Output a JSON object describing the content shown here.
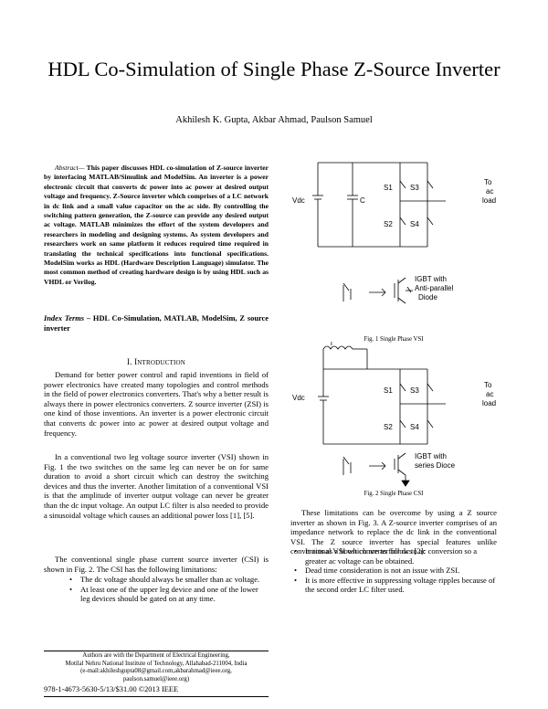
{
  "title": "HDL Co-Simulation of Single Phase Z-Source Inverter",
  "authors": "Akhilesh K. Gupta, Akbar Ahmad, Paulson Samuel",
  "abstract": {
    "lead": "Abstract—",
    "body": "This paper discusses HDL co-simulation of Z-source inverter by interfacing MATLAB/Simulink and ModelSim. An inverter is a power electronic circuit that converts dc power into ac power at desired output voltage and frequency. Z-Source inverter which comprises of a LC network in dc link and a small value capacitor on the ac side. By controlling the switching pattern generation, the Z-source can provide any desired output ac voltage. MATLAB minimizes the effort of the system developers and researchers in modeling and designing systems. As system developers and researchers work on same platform it reduces required time required in translating the technical specifications into functional specifications. ModelSim works as HDL (Hardware Description Language) simulator. The most common method of creating hardware design is by using HDL such as VHDL or Verilog."
  },
  "index_terms": {
    "lead": "Index Terms",
    "body": " – HDL Co-Simulation, MATLAB, ModelSim, Z source inverter"
  },
  "section1": {
    "number": "I.",
    "initial": "I",
    "rest": "NTRODUCTION"
  },
  "paragraphs": [
    "Demand for better power control and rapid inventions in field of power electronics have created many topologies and control methods in the field of power electronics converters. That's why a better result is always there in power electronics converters. Z source inverter (ZSI) is one kind of those inventions. An inverter is a power electronic circuit that converts dc power into ac power at desired output voltage and frequency.",
    "In a conventional two leg voltage source inverter (VSI) shown in Fig. 1 the two switches on the same leg can never be on for same duration to avoid a short circuit which can destroy the switching devices and  thus the inverter. Another limitation of a conventional VSI is that the amplitude of inverter output voltage can never be greater than the dc input voltage. An output LC filter is also needed to provide a sinusoidal voltage which causes an additional power loss [1], [5].",
    "The conventional single phase current source inverter (CSI) is shown in Fig. 2. The CSI has the following limitations:",
    "These limitations can be overcome by using a Z source inverter as shown in Fig. 3. A Z-source inverter comprises of an impedance network to replace the dc link in the conventional VSI. The Z source inverter has special features unlike conventional VSI which are as follows [2]:"
  ],
  "csi_limitations": [
    "The dc voltage should always be smaller than ac voltage.",
    "At least one of the upper leg device and one of the lower leg devices should be gated on at any time."
  ],
  "zsi_features": [
    "It acts as a boost converter for dc to ac conversion so a greater ac voltage can be obtained.",
    "Dead time consideration is not an issue with ZSI.",
    "It is more effective in suppressing voltage ripples because of the second order LC filter used."
  ],
  "footnote": {
    "line1": "Authors are with the Department of Electrical Engineering,",
    "line2": "Motilal Nehru National Institute of Technology, Allahabad-211004, India",
    "line3": "(e-mail:akhileshgupta08@gmail.com,akbarahmad@ieee.org,",
    "line4": "paulson.samuel@ieee.org)"
  },
  "copyright": "978-1-4673-5630-5/13/$31.00 ©2013 IEEE",
  "figure1": {
    "caption": "Fig. 1 Single Phase VSI",
    "vdc": "Vdc",
    "cap": "C",
    "s1": "S1",
    "s2": "S2",
    "s3": "S3",
    "s4": "S4",
    "to": "To",
    "ac": "ac",
    "load": "load",
    "igbt1": "IGBT with",
    "igbt2": "Anti-parallel",
    "igbt3": "Diode"
  },
  "figure2": {
    "caption": "Fig. 2 Single Phase CSI",
    "inductor": "l",
    "vdc": "Vdc",
    "s1": "S1",
    "s2": "S2",
    "s3": "S3",
    "s4": "S4",
    "to": "To",
    "ac": "ac",
    "load": "load",
    "igbt1": "IGBT with",
    "igbt2": "series Dioce"
  }
}
